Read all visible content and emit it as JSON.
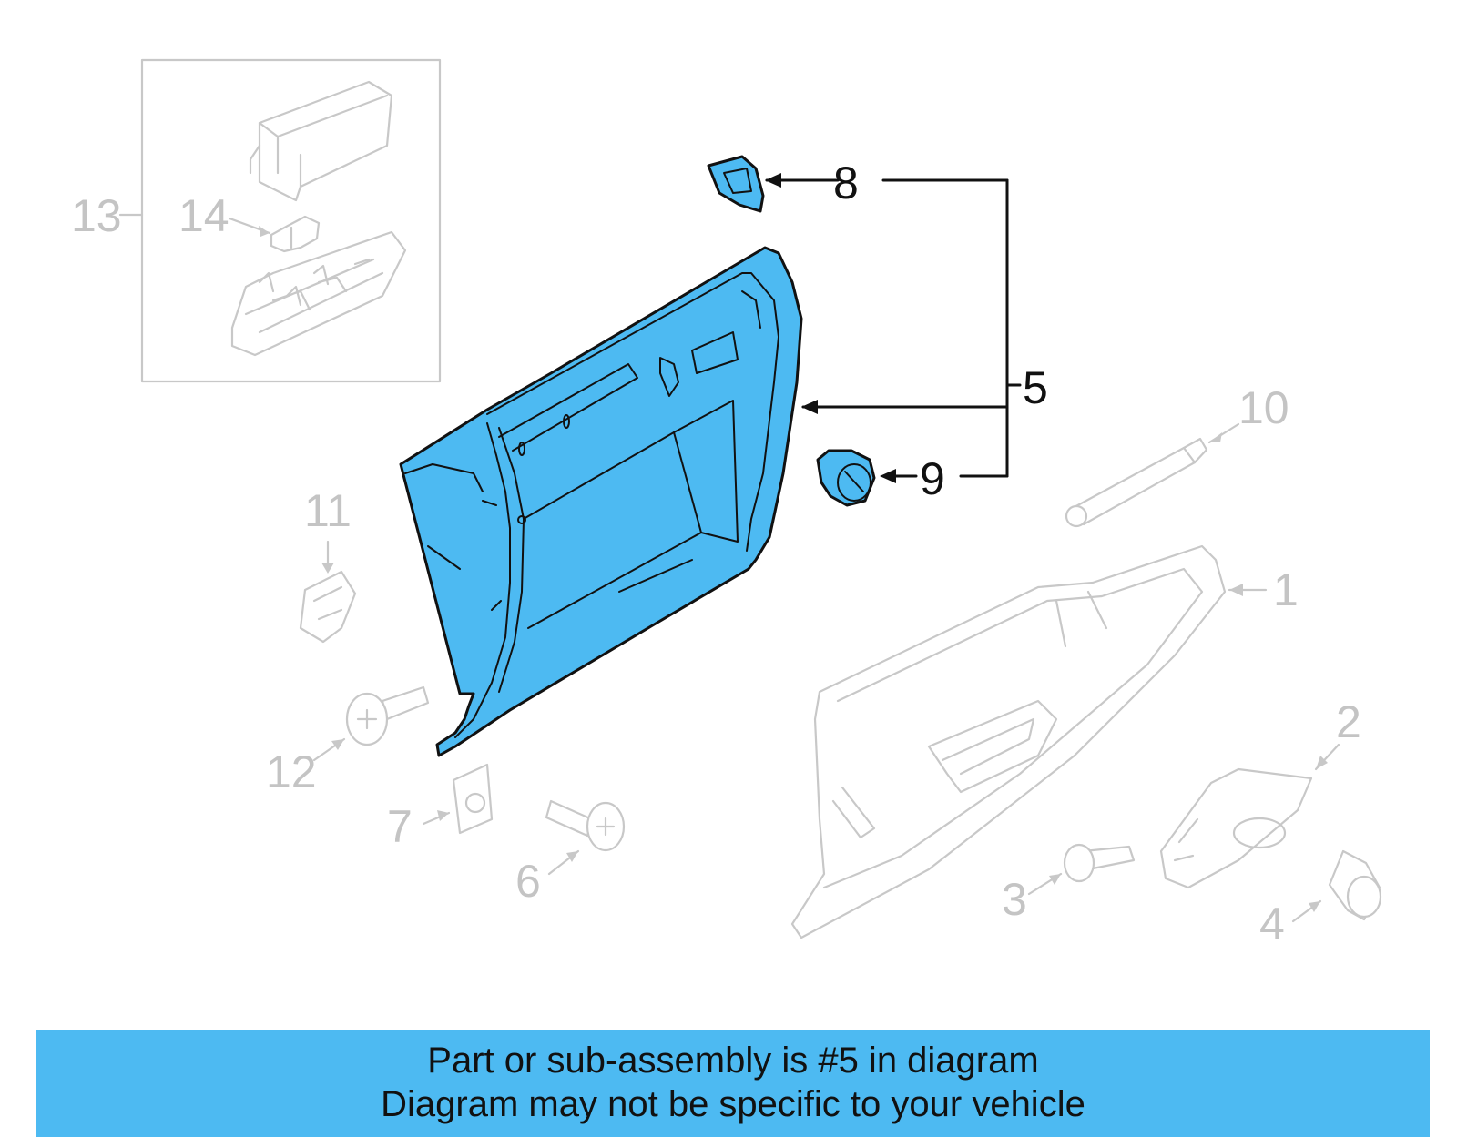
{
  "diagram": {
    "highlighted_part": "5",
    "colors": {
      "highlight": "#4dbaf2",
      "inactive": "#c8c8c8",
      "active": "#111111"
    },
    "callouts": [
      {
        "number": "1",
        "part_icon": "glove-box-door"
      },
      {
        "number": "2",
        "part_icon": "latch-handle"
      },
      {
        "number": "3",
        "part_icon": "screw"
      },
      {
        "number": "4",
        "part_icon": "bumper"
      },
      {
        "number": "5",
        "part_icon": "glove-box-liner",
        "highlighted": true
      },
      {
        "number": "6",
        "part_icon": "screw"
      },
      {
        "number": "7",
        "part_icon": "clip"
      },
      {
        "number": "8",
        "part_icon": "pad"
      },
      {
        "number": "9",
        "part_icon": "bumper"
      },
      {
        "number": "10",
        "part_icon": "damper"
      },
      {
        "number": "11",
        "part_icon": "clip"
      },
      {
        "number": "12",
        "part_icon": "screw"
      },
      {
        "number": "13",
        "part_icon": "lamp-assembly"
      },
      {
        "number": "14",
        "part_icon": "bulb"
      }
    ]
  },
  "banner": {
    "line1": "Part or sub-assembly is #5 in diagram",
    "line2": "Diagram may not be specific to your vehicle"
  }
}
